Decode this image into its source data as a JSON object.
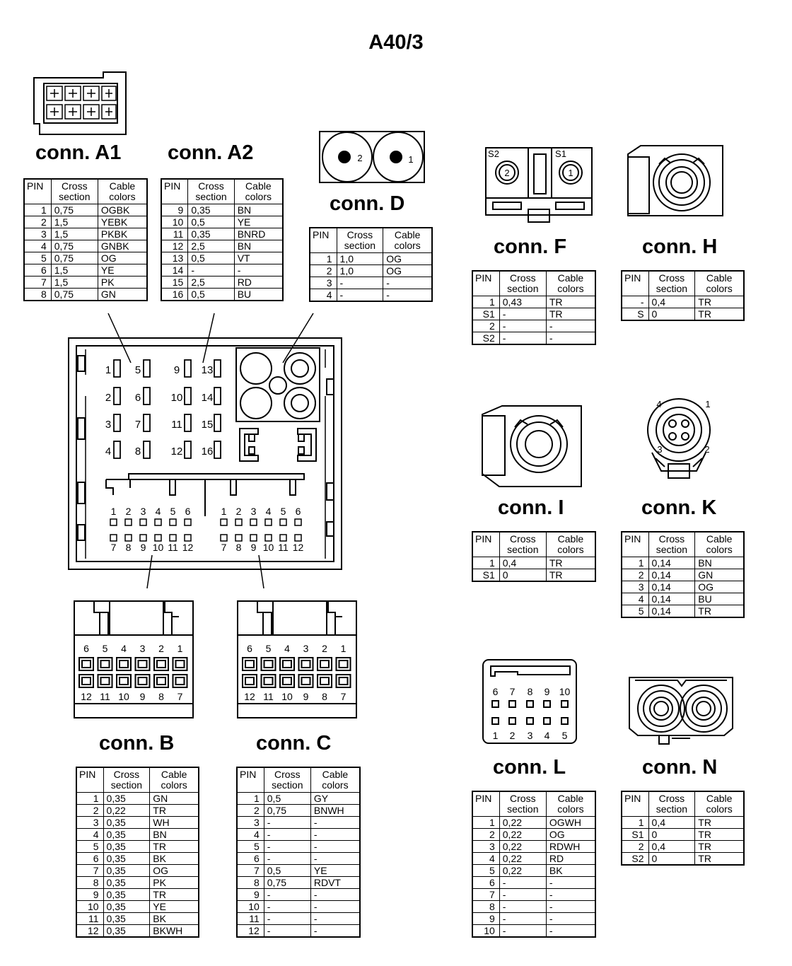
{
  "title": "A40/3",
  "headers": {
    "pin": "PIN",
    "cross_1": "Cross",
    "cross_2": "section",
    "cable_1": "Cable",
    "cable_2": "colors"
  },
  "connectors": {
    "a1": {
      "label": "conn. A1",
      "rows": [
        [
          "1",
          "0,75",
          "OGBK"
        ],
        [
          "2",
          "1,5",
          "YEBK"
        ],
        [
          "3",
          "1,5",
          "PKBK"
        ],
        [
          "4",
          "0,75",
          "GNBK"
        ],
        [
          "5",
          "0,75",
          "OG"
        ],
        [
          "6",
          "1,5",
          "YE"
        ],
        [
          "7",
          "1,5",
          "PK"
        ],
        [
          "8",
          "0,75",
          "GN"
        ]
      ]
    },
    "a2": {
      "label": "conn. A2",
      "rows": [
        [
          "9",
          "0,35",
          "BN"
        ],
        [
          "10",
          "0,5",
          "YE"
        ],
        [
          "11",
          "0,35",
          "BNRD"
        ],
        [
          "12",
          "2,5",
          "BN"
        ],
        [
          "13",
          "0,5",
          "VT"
        ],
        [
          "14",
          "-",
          "-"
        ],
        [
          "15",
          "2,5",
          "RD"
        ],
        [
          "16",
          "0,5",
          "BU"
        ]
      ]
    },
    "d": {
      "label": "conn. D",
      "rows": [
        [
          "1",
          "1,0",
          "OG"
        ],
        [
          "2",
          "1,0",
          "OG"
        ],
        [
          "3",
          "-",
          "-"
        ],
        [
          "4",
          "-",
          "-"
        ]
      ]
    },
    "f": {
      "label": "conn. F",
      "rows": [
        [
          "1",
          "0,43",
          "TR"
        ],
        [
          "S1",
          "-",
          "TR"
        ],
        [
          "2",
          "-",
          "-"
        ],
        [
          "S2",
          "-",
          "-"
        ]
      ]
    },
    "h": {
      "label": "conn. H",
      "rows": [
        [
          "-",
          "0,4",
          "TR"
        ],
        [
          "S",
          "0",
          "TR"
        ]
      ]
    },
    "i": {
      "label": "conn. I",
      "rows": [
        [
          "1",
          "0,4",
          "TR"
        ],
        [
          "S1",
          "0",
          "TR"
        ]
      ]
    },
    "k": {
      "label": "conn. K",
      "rows": [
        [
          "1",
          "0,14",
          "BN"
        ],
        [
          "2",
          "0,14",
          "GN"
        ],
        [
          "3",
          "0,14",
          "OG"
        ],
        [
          "4",
          "0,14",
          "BU"
        ],
        [
          "5",
          "0,14",
          "TR"
        ]
      ]
    },
    "b": {
      "label": "conn. B",
      "rows": [
        [
          "1",
          "0,35",
          "GN"
        ],
        [
          "2",
          "0,22",
          "TR"
        ],
        [
          "3",
          "0,35",
          "WH"
        ],
        [
          "4",
          "0,35",
          "BN"
        ],
        [
          "5",
          "0,35",
          "TR"
        ],
        [
          "6",
          "0,35",
          "BK"
        ],
        [
          "7",
          "0,35",
          "OG"
        ],
        [
          "8",
          "0,35",
          "PK"
        ],
        [
          "9",
          "0,35",
          "TR"
        ],
        [
          "10",
          "0,35",
          "YE"
        ],
        [
          "11",
          "0,35",
          "BK"
        ],
        [
          "12",
          "0,35",
          "BKWH"
        ]
      ]
    },
    "c": {
      "label": "conn. C",
      "rows": [
        [
          "1",
          "0,5",
          "GY"
        ],
        [
          "2",
          "0,75",
          "BNWH"
        ],
        [
          "3",
          "-",
          "-"
        ],
        [
          "4",
          "-",
          "-"
        ],
        [
          "5",
          "-",
          "-"
        ],
        [
          "6",
          "-",
          "-"
        ],
        [
          "7",
          "0,5",
          "YE"
        ],
        [
          "8",
          "0,75",
          "RDVT"
        ],
        [
          "9",
          "-",
          "-"
        ],
        [
          "10",
          "-",
          "-"
        ],
        [
          "11",
          "-",
          "-"
        ],
        [
          "12",
          "-",
          "-"
        ]
      ]
    },
    "l": {
      "label": "conn. L",
      "rows": [
        [
          "1",
          "0,22",
          "OGWH"
        ],
        [
          "2",
          "0,22",
          "OG"
        ],
        [
          "3",
          "0,22",
          "RDWH"
        ],
        [
          "4",
          "0,22",
          "RD"
        ],
        [
          "5",
          "0,22",
          "BK"
        ],
        [
          "6",
          "-",
          "-"
        ],
        [
          "7",
          "-",
          "-"
        ],
        [
          "8",
          "-",
          "-"
        ],
        [
          "9",
          "-",
          "-"
        ],
        [
          "10",
          "-",
          "-"
        ]
      ]
    },
    "n": {
      "label": "conn. N",
      "rows": [
        [
          "1",
          "0,4",
          "TR"
        ],
        [
          "S1",
          "0",
          "TR"
        ],
        [
          "2",
          "0,4",
          "TR"
        ],
        [
          "S2",
          "0",
          "TR"
        ]
      ]
    }
  },
  "drawing_labels": {
    "main_pins_left": [
      "1",
      "2",
      "3",
      "4"
    ],
    "main_pins_left2": [
      "5",
      "6",
      "7",
      "8"
    ],
    "main_pins_mid": [
      "9",
      "10",
      "11",
      "12"
    ],
    "main_pins_mid2": [
      "13",
      "14",
      "15",
      "16"
    ],
    "row_top": [
      "1",
      "2",
      "3",
      "4",
      "5",
      "6"
    ],
    "row_bottom": [
      "7",
      "8",
      "9",
      "10",
      "11",
      "12"
    ],
    "bc_top": [
      "6",
      "5",
      "4",
      "3",
      "2",
      "1"
    ],
    "bc_bottom": [
      "12",
      "11",
      "10",
      "9",
      "8",
      "7"
    ],
    "l_top": [
      "6",
      "7",
      "8",
      "9",
      "10"
    ],
    "l_bottom": [
      "1",
      "2",
      "3",
      "4",
      "5"
    ],
    "d_pins": [
      "2",
      "1"
    ],
    "f_pins": [
      "S2",
      "S1",
      "2",
      "1"
    ],
    "k_pins": [
      "4",
      "1",
      "3",
      "2"
    ]
  }
}
